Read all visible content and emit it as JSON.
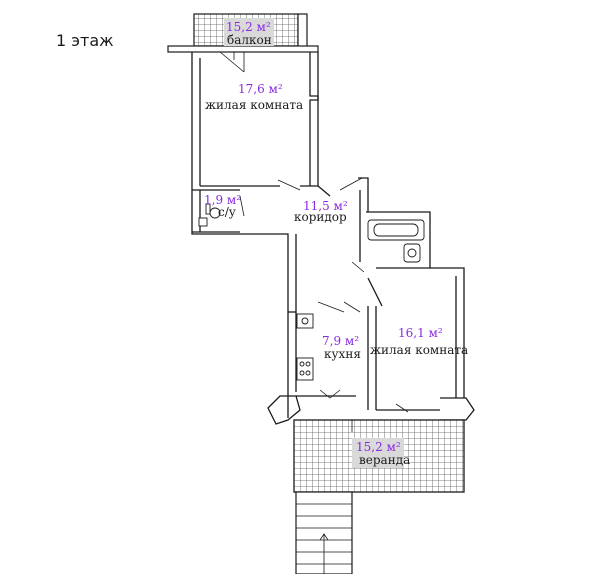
{
  "floor_label": "1 этаж",
  "colors": {
    "area": "#8a2be2",
    "text": "#1a1a1a",
    "hatch": "#555555"
  },
  "rooms": {
    "balcony": {
      "area": "15,2 м²",
      "name": "балкон"
    },
    "living1": {
      "area": "17,6 м²",
      "name": "жилая комната"
    },
    "wc": {
      "area": "1,9 м²",
      "name": "с/у"
    },
    "corridor": {
      "area": "11,5 м²",
      "name": "коридор"
    },
    "kitchen": {
      "area": "7,9 м²",
      "name": "кухня"
    },
    "living2": {
      "area": "16,1 м²",
      "name": "жилая комната"
    },
    "veranda": {
      "area": "15,2 м²",
      "name": "веранда"
    }
  }
}
